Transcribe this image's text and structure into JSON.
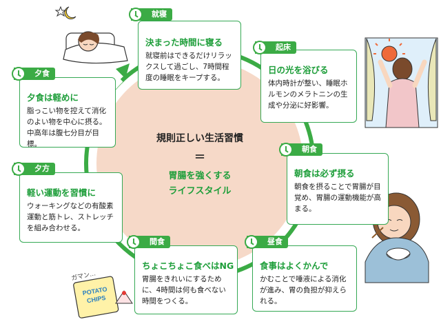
{
  "center": {
    "line1": "規則正しい生活習慣",
    "line2": "＝",
    "line3": "胃腸を強くする",
    "line4": "ライフスタイル"
  },
  "cards": {
    "sleep": {
      "tab": "就寝",
      "heading": "決まった時間に寝る",
      "body": "就寝前はできるだけリラックスして過ごし、7時間程度の睡眠をキープする。"
    },
    "wake": {
      "tab": "起床",
      "heading": "日の光を浴びる",
      "body": "体内時計が整い、睡眠ホルモンのメラトニンの生成や分泌に好影響。"
    },
    "breakfast": {
      "tab": "朝食",
      "heading": "朝食は必ず摂る",
      "body": "朝食を摂ることで胃腸が目覚め、胃腸の運動機能が高まる。"
    },
    "lunch": {
      "tab": "昼食",
      "heading": "食事はよくかんで",
      "body": "かむことで唾液による消化が進み、胃の負担が抑えられる。"
    },
    "snack": {
      "tab": "間食",
      "heading": "ちょこちょこ食べはNG",
      "body": "胃腸をきれいにするために、4時間は何も食べない時間をつくる。"
    },
    "evening": {
      "tab": "夕方",
      "heading": "軽い運動を習慣に",
      "body": "ウォーキングなどの有酸素運動と筋トレ、ストレッチを組み合わせる。"
    },
    "dinner": {
      "tab": "夕食",
      "heading": "夕食は軽めに",
      "body": "脂っこい物を控えて消化のよい物を中心に摂る。中高年は腹七分目が目標。"
    }
  },
  "illustration": {
    "gaman": "ガマン…",
    "chips_line1": "POTATO",
    "chips_line2": "CHIPS"
  },
  "colors": {
    "accent": "#3bab45",
    "heading": "#1e9e3a",
    "center_circle": "#f6d9c8"
  }
}
